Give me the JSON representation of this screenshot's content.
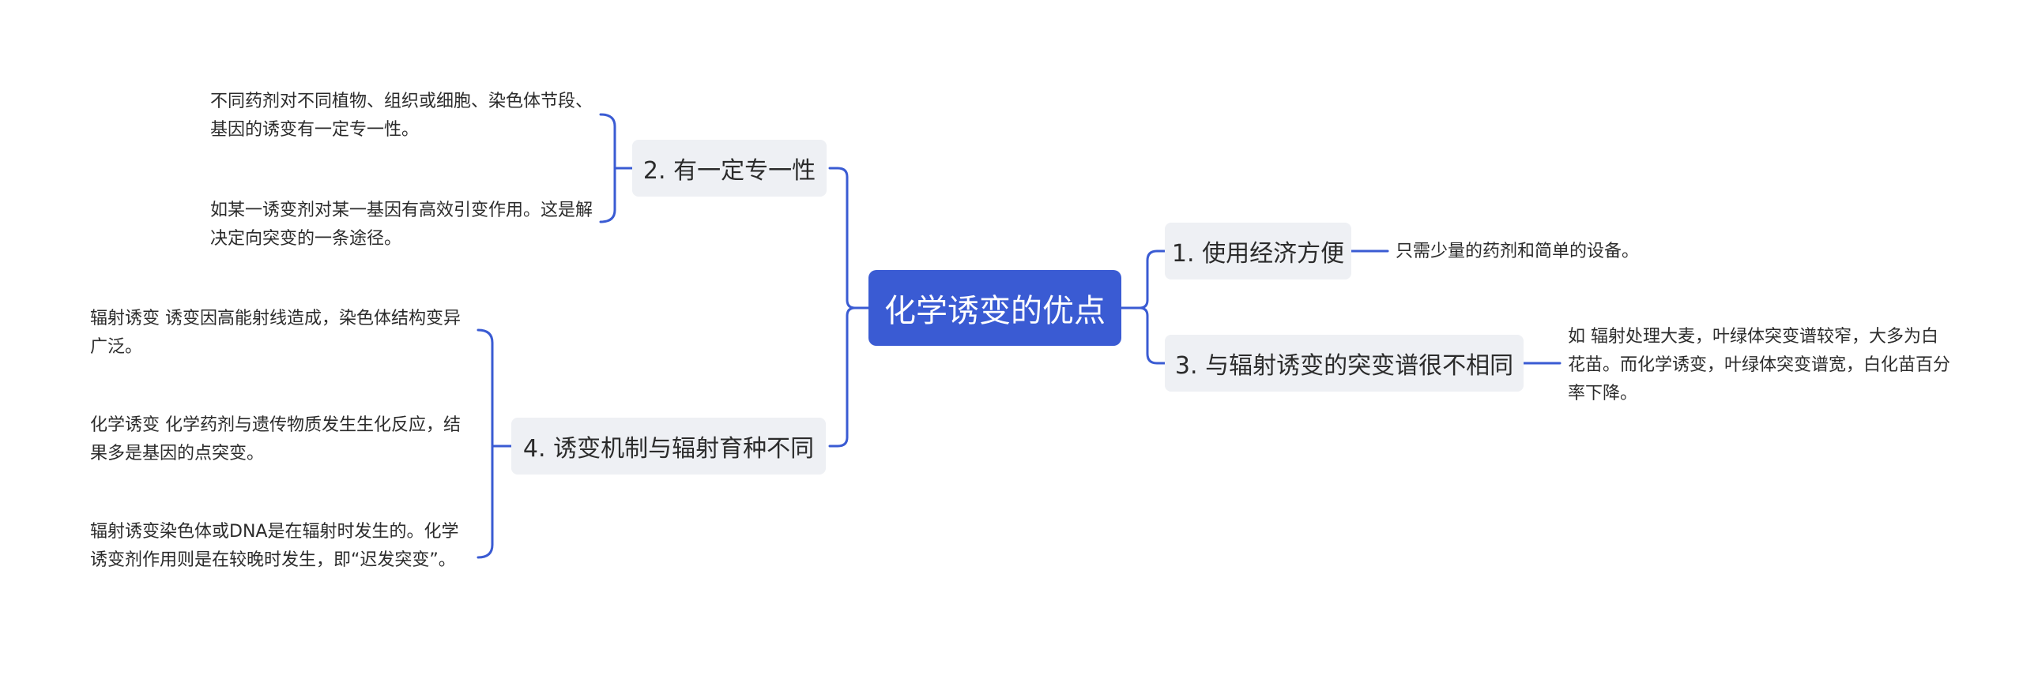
{
  "root": {
    "label": "化学诱变的优点"
  },
  "branches": [
    {
      "id": "b1",
      "label": "1. 使用经济方便",
      "children": [
        "只需少量的药剂和简单的设备。"
      ]
    },
    {
      "id": "b2",
      "label": "2. 有一定专一性",
      "children": [
        "不同药剂对不同植物、组织或细胞、染色体节段、基因的诱变有一定专一性。",
        "如某一诱变剂对某一基因有高效引变作用。这是解决定向突变的一条途径。"
      ]
    },
    {
      "id": "b3",
      "label": "3. 与辐射诱变的突变谱很不相同",
      "children": [
        "如 辐射处理大麦，叶绿体突变谱较窄，大多为白花苗。而化学诱变，叶绿体突变谱宽，白化苗百分率下降。"
      ]
    },
    {
      "id": "b4",
      "label": "4. 诱变机制与辐射育种不同",
      "children": [
        "辐射诱变 诱变因高能射线造成，染色体结构变异广泛。",
        "化学诱变 化学药剂与遗传物质发生生化反应，结果多是基因的点突变。",
        "辐射诱变染色体或DNA是在辐射时发生的。化学诱变剂作用则是在较晚时发生，即“迟发突变”。"
      ]
    }
  ],
  "colors": {
    "root_fill": "#3a5bd3",
    "branch_fill": "#eef0f4",
    "connector": "#3a5bd3"
  }
}
